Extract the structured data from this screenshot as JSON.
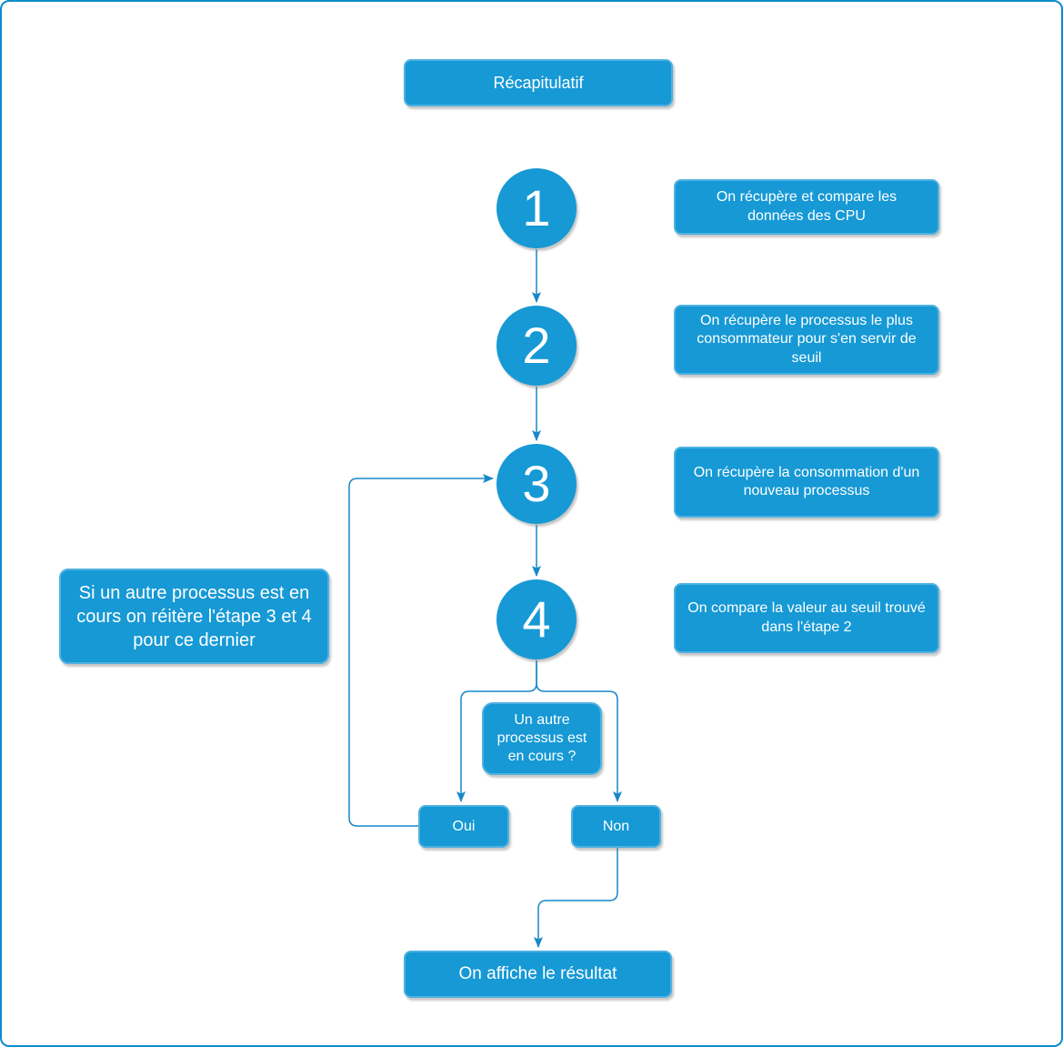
{
  "colors": {
    "fill": "#1699D5",
    "border": "#4FB1E2",
    "connector": "#1787C8",
    "frame": "#0E8CCE",
    "text": "#FFFFFF"
  },
  "title": "Récapitulatif",
  "steps": [
    {
      "number": "1",
      "label": "On récupère et compare les données des CPU"
    },
    {
      "number": "2",
      "label": "On récupère le processus le plus consommateur pour s'en servir de seuil"
    },
    {
      "number": "3",
      "label": "On récupère la consommation d'un nouveau processus"
    },
    {
      "number": "4",
      "label": "On compare la valeur au seuil trouvé dans l'étape 2"
    }
  ],
  "note": "Si un autre processus est en cours on réitère l'étape 3 et 4 pour ce dernier",
  "decision": {
    "question": "Un autre processus est en cours ?",
    "yes": "Oui",
    "no": "Non"
  },
  "result": "On affiche le résultat"
}
